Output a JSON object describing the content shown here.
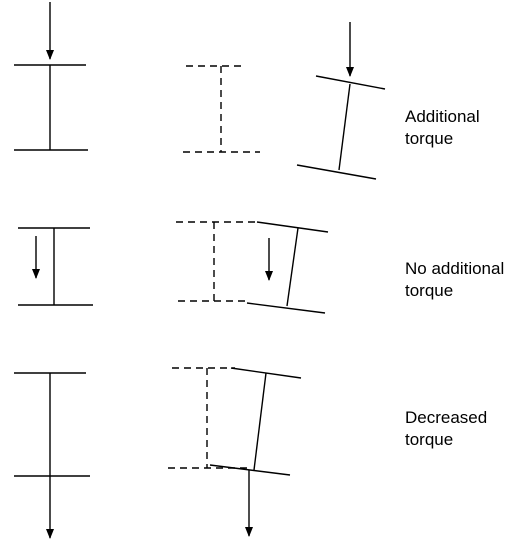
{
  "labels": {
    "row1": {
      "line1": "Additional",
      "line2": "torque"
    },
    "row2": {
      "line1": "No additional",
      "line2": "torque"
    },
    "row3": {
      "line1": "Decreased",
      "line2": "torque"
    }
  },
  "colors": {
    "stroke": "#000000",
    "background": "#ffffff"
  }
}
